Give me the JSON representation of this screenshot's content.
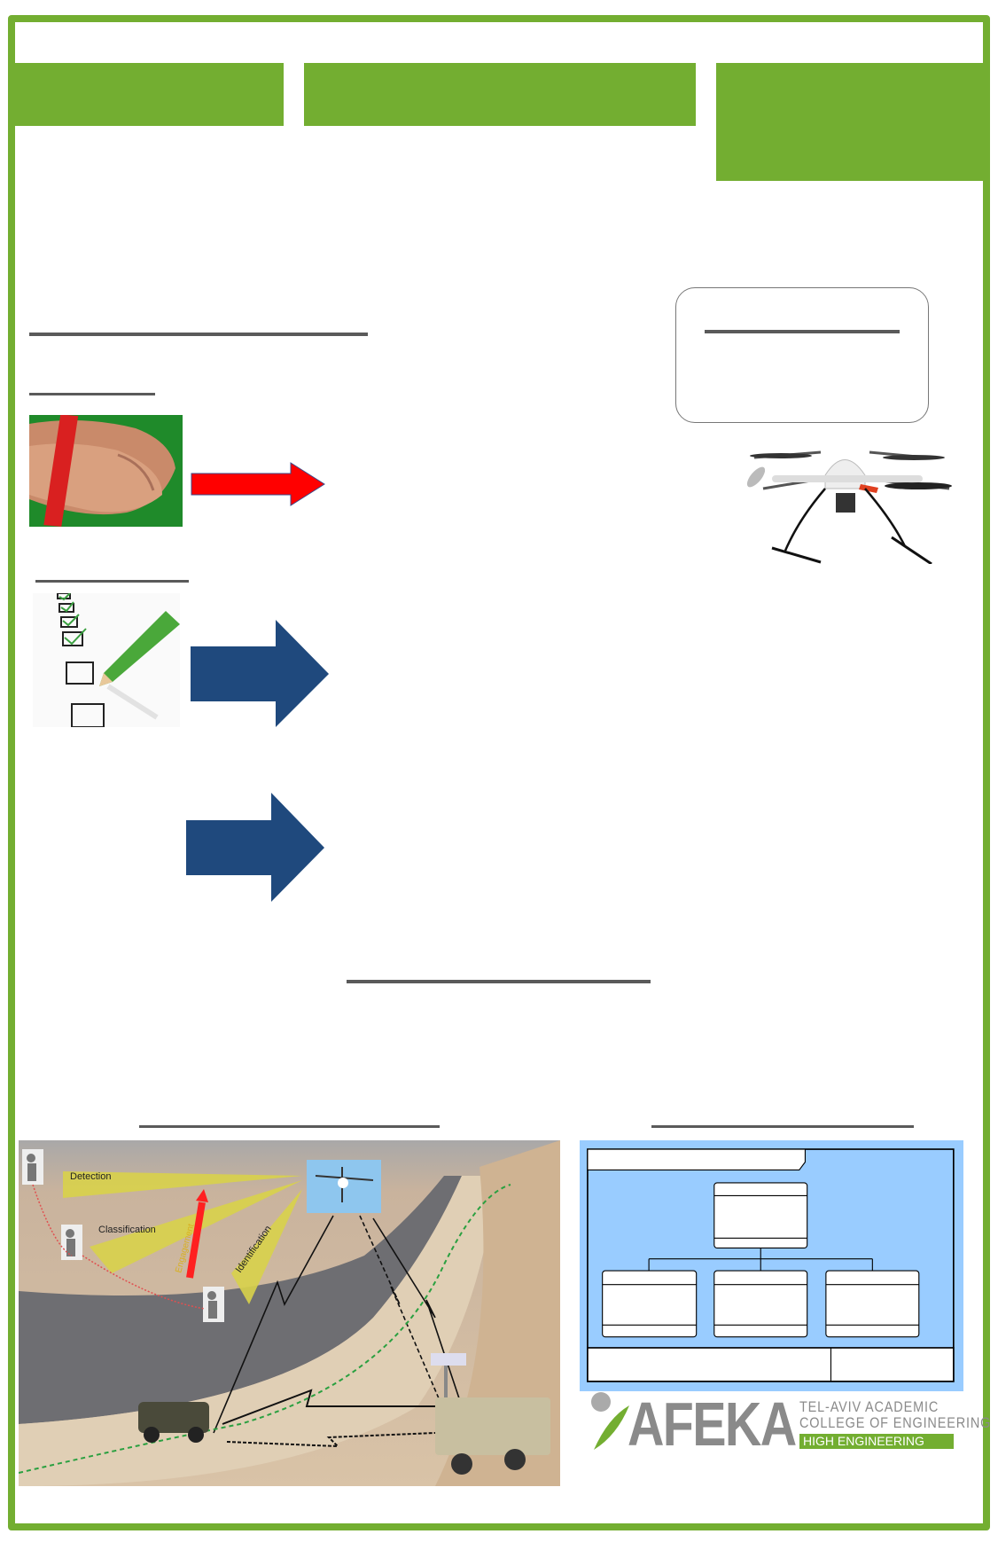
{
  "colors": {
    "brand_green": "#73ae31",
    "arrow_red": "#ff0000",
    "arrow_blue": "#1f497d",
    "diagram_bg": "#99ccff"
  },
  "scene": {
    "labels": {
      "detection": "Detection",
      "classification": "Classification",
      "identification": "Identification",
      "engagement": "Engagement"
    }
  },
  "logo": {
    "name": "AFEKA",
    "line1": "TEL-AVIV  ACADEMIC",
    "line2": "COLLEGE OF ENGINEERING",
    "tagline": "HIGH ENGINEERING"
  }
}
